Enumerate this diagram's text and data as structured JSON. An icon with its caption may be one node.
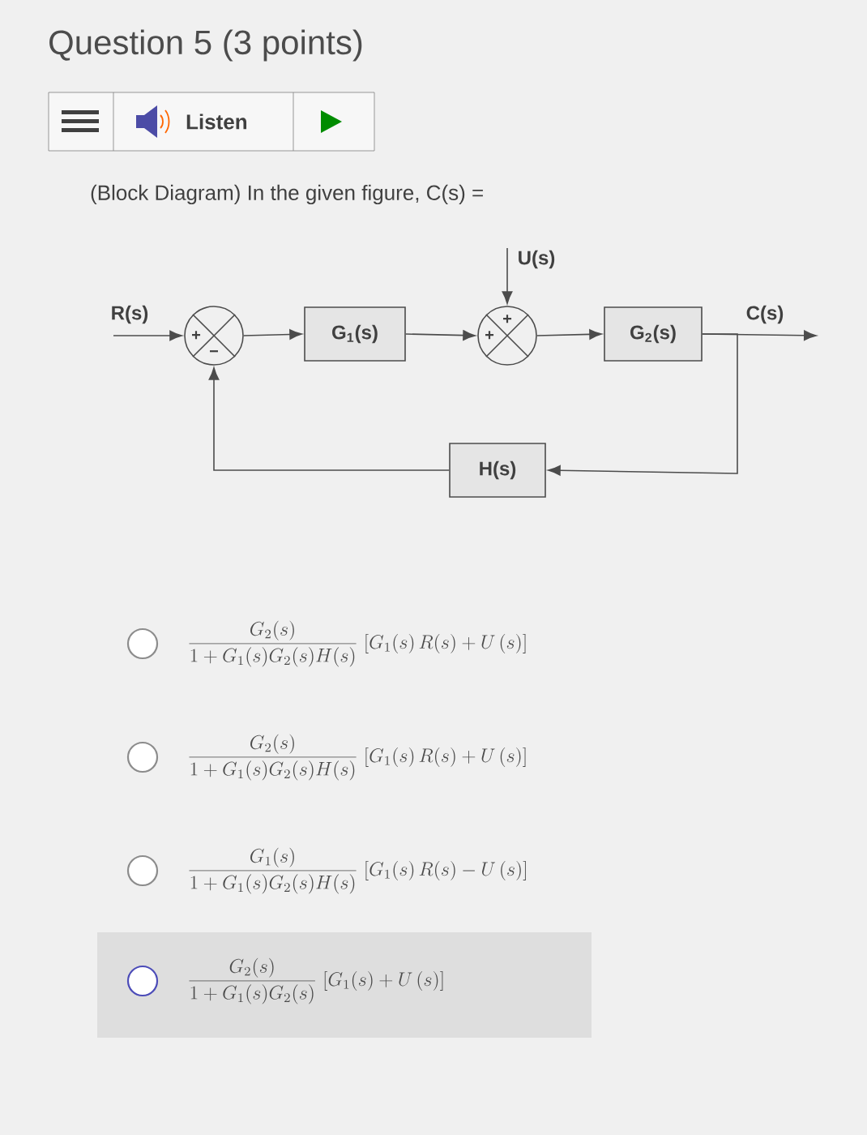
{
  "diagram": {
    "title": "Question 5 (3 points)",
    "nodes": [
      {
        "text": [
          "+",
          "−"
        ]
      },
      {
        "text": [
          "G$_{1}$(s)"
        ]
      },
      {
        "text": [
          "+",
          "+"
        ]
      },
      {
        "text": [
          "G$_{2}$(s)"
        ]
      },
      {
        "text": [
          "H(s)"
        ]
      }
    ],
    "edges": [
      {
        "from": null,
        "to": 0,
        "arrow": "to",
        "label": "R(s)"
      },
      {
        "from": 0,
        "to": 1,
        "arrow": "to"
      },
      {
        "from": 1,
        "to": 2,
        "arrow": "to"
      },
      {
        "from": null,
        "to": 2,
        "arrow": "to",
        "label": "U(s)"
      },
      {
        "from": 2,
        "to": 3,
        "arrow": "to"
      },
      {
        "from": 3,
        "to": null,
        "arrow": "to",
        "label": "C(s)"
      },
      {
        "from": 3,
        "to": 4,
        "arrow": "to"
      },
      {
        "from": 4,
        "to": 0,
        "arrow": "to"
      }
    ],
    "labels": [
      "Listen",
      "(Block Diagram) In the given figure, C(s) =",
      "\\frac{G_2(s)}{1+G_1(s)G_2(s)H(s)}\\;[G_1(s)\\,R(s)+U\\,(s)]",
      "\\frac{G_2(s)}{1+G_1(s)G_2(s)H(s)}\\;[G_1(s)\\,R(s)+U\\,(s)]",
      "\\frac{G_1(s)}{1+G_1(s)G_2(s)H(s)}\\;[G_1(s)\\,R(s)-U\\,(s)]",
      "\\frac{G_2(s)}{1+G_1(s)G_2(s)}\\;[G_1(s)+U\\,(s)]"
    ]
  }
}
